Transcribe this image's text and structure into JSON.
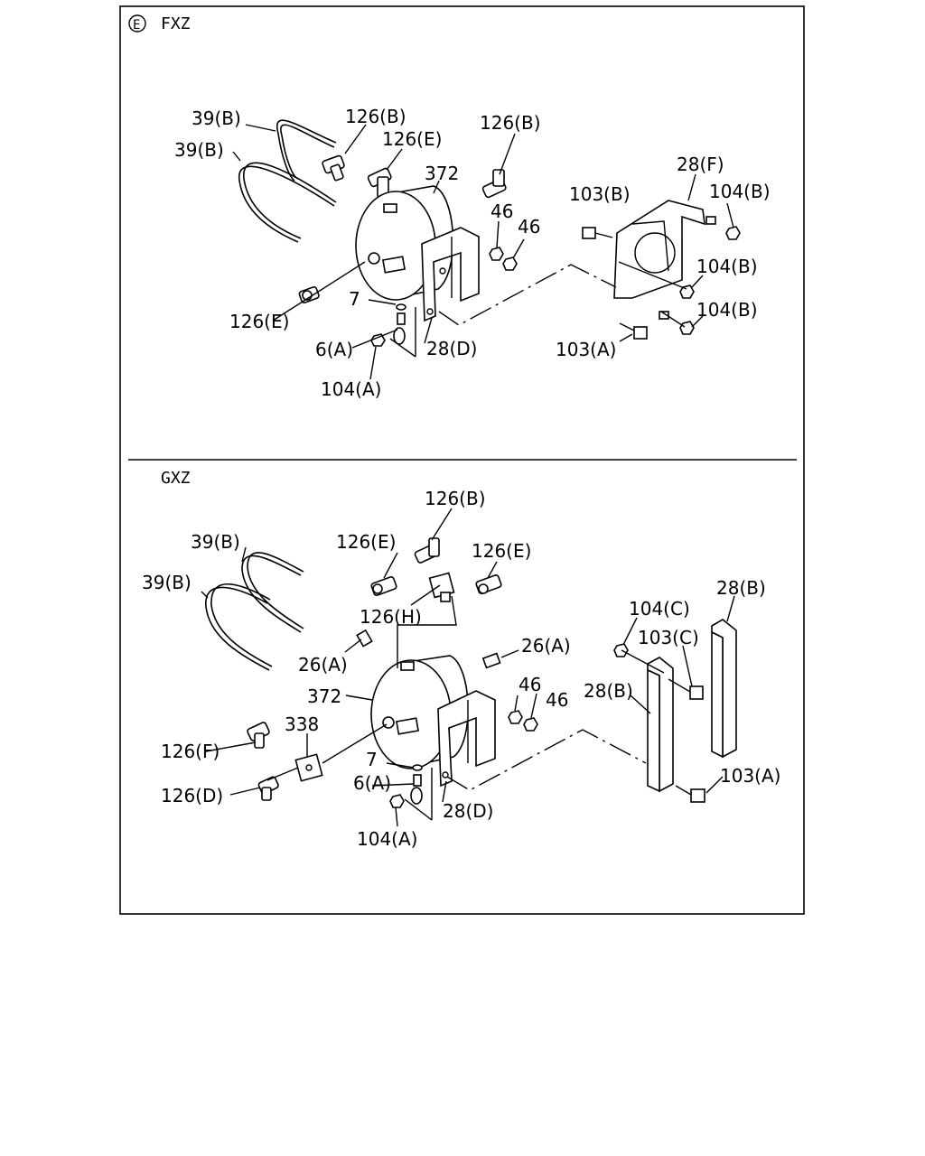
{
  "sections": {
    "top": {
      "code": "E",
      "model": "FXZ",
      "labels": {
        "hose_b1": "39(B)",
        "hose_b2": "39(B)",
        "elbow_b1": "126(B)",
        "elbow_e1": "126(E)",
        "elbow_b2": "126(B)",
        "tank": "372",
        "nut46a": "46",
        "nut46b": "46",
        "elbow_e2": "126(E)",
        "washer7": "7",
        "drain6a": "6(A)",
        "nut104a": "104(A)",
        "bracket28d": "28(D)",
        "bracket28f": "28(F)",
        "bolt103b": "103(B)",
        "nut104b1": "104(B)",
        "nut104b2": "104(B)",
        "nut104b3": "104(B)",
        "bolt103a": "103(A)"
      }
    },
    "bottom": {
      "model": "GXZ",
      "labels": {
        "elbow_b": "126(B)",
        "hose_b1": "39(B)",
        "elbow_e1": "126(E)",
        "elbow_e2": "126(E)",
        "hose_b2": "39(B)",
        "tee_h": "126(H)",
        "plug26a1": "26(A)",
        "plug26a2": "26(A)",
        "nut104c": "104(C)",
        "channel28b1": "28(B)",
        "bolt103c": "103(C)",
        "tank": "372",
        "nut46a": "46",
        "nut46b": "46",
        "channel28b2": "28(B)",
        "block338": "338",
        "elbow_f": "126(F)",
        "washer7": "7",
        "drain6a": "6(A)",
        "bracket28d": "28(D)",
        "bolt103a": "103(A)",
        "elbow_d": "126(D)",
        "nut104a": "104(A)"
      }
    }
  }
}
